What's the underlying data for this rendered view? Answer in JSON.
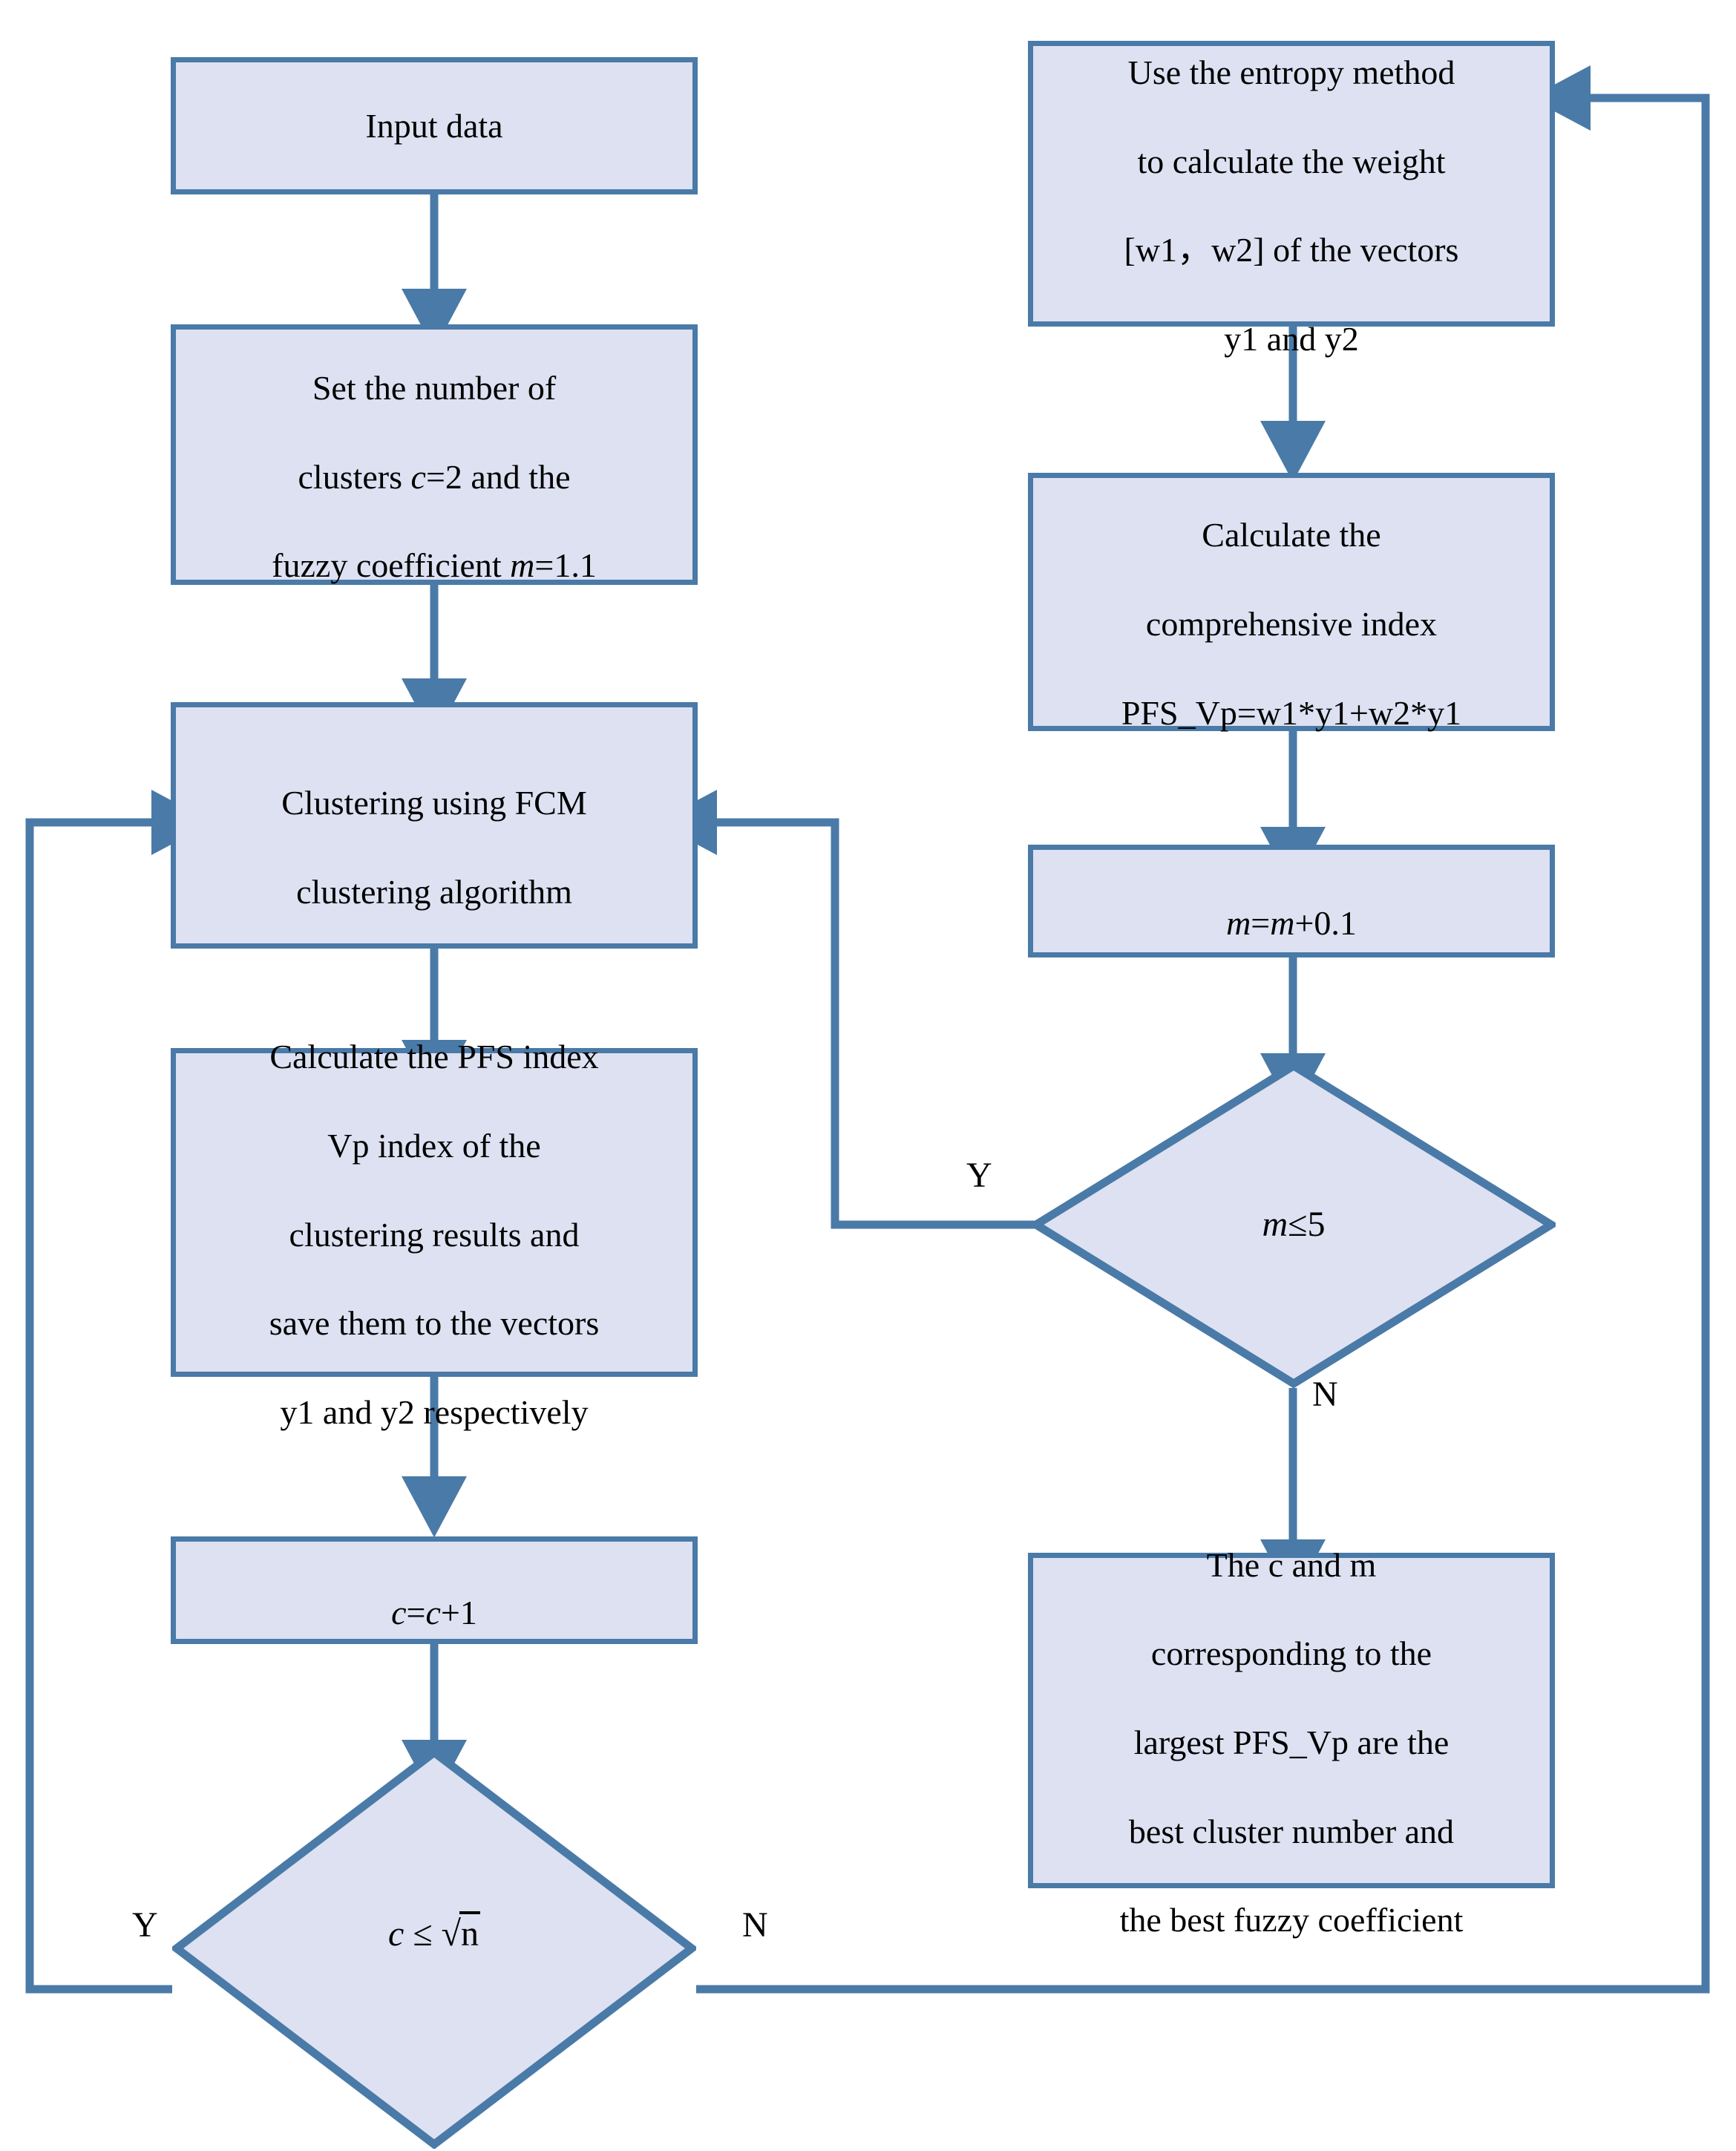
{
  "diagram": {
    "type": "flowchart",
    "title": "FCM clustering parameter optimization flowchart",
    "colors": {
      "node_fill": "#dde1f1",
      "node_border": "#4a7aa7",
      "connector": "#4a7aa7",
      "text": "#000000",
      "background": "#ffffff"
    },
    "nodes": [
      {
        "id": "input-data",
        "shape": "process",
        "text": "Input data"
      },
      {
        "id": "set-params",
        "shape": "process",
        "text": "Set the number of\nclusters c=2 and the\nfuzzy coefficient m=1.1"
      },
      {
        "id": "fcm-clustering",
        "shape": "process",
        "text": "Clustering using FCM\nclustering algorithm"
      },
      {
        "id": "calc-pfs-index",
        "shape": "process",
        "text": "Calculate the PFS index\nVp index of the\nclustering results and\nsave them to the vectors\ny1 and y2 respectively"
      },
      {
        "id": "increment-c",
        "shape": "process",
        "text": "c=c+1"
      },
      {
        "id": "decision-c",
        "shape": "decision",
        "text": "c ≤ √n"
      },
      {
        "id": "entropy-weight",
        "shape": "process",
        "text": "Use the entropy method\nto calculate the weight\n[w1，w2] of the vectors\ny1 and y2"
      },
      {
        "id": "comprehensive-index",
        "shape": "process",
        "text": "Calculate the\ncomprehensive index\nPFS_Vp=w1*y1+w2*y1"
      },
      {
        "id": "increment-m",
        "shape": "process",
        "text": "m=m+0.1"
      },
      {
        "id": "decision-m",
        "shape": "decision",
        "text": "m≤5"
      },
      {
        "id": "final-result",
        "shape": "process",
        "text": "The c and m\ncorresponding to the\nlargest PFS_Vp are the\nbest cluster number and\nthe best fuzzy coefficient"
      }
    ],
    "edge_labels": {
      "decision_c_yes": "Y",
      "decision_c_no": "N",
      "decision_m_yes": "Y",
      "decision_m_no": "N"
    },
    "edges": [
      {
        "from": "input-data",
        "to": "set-params",
        "label": ""
      },
      {
        "from": "set-params",
        "to": "fcm-clustering",
        "label": ""
      },
      {
        "from": "fcm-clustering",
        "to": "calc-pfs-index",
        "label": ""
      },
      {
        "from": "calc-pfs-index",
        "to": "increment-c",
        "label": ""
      },
      {
        "from": "increment-c",
        "to": "decision-c",
        "label": ""
      },
      {
        "from": "decision-c",
        "to": "fcm-clustering",
        "label": "Y"
      },
      {
        "from": "decision-c",
        "to": "entropy-weight",
        "label": "N"
      },
      {
        "from": "entropy-weight",
        "to": "comprehensive-index",
        "label": ""
      },
      {
        "from": "comprehensive-index",
        "to": "increment-m",
        "label": ""
      },
      {
        "from": "increment-m",
        "to": "decision-m",
        "label": ""
      },
      {
        "from": "decision-m",
        "to": "fcm-clustering",
        "label": "Y"
      },
      {
        "from": "decision-m",
        "to": "final-result",
        "label": "N"
      }
    ]
  },
  "text": {
    "input_data": "Input data",
    "set_params_l1": "Set the number of",
    "set_params_l2a": "clusters ",
    "set_params_l2b": "c",
    "set_params_l2c": "=2 and the",
    "set_params_l3a": "fuzzy coefficient ",
    "set_params_l3b": "m",
    "set_params_l3c": "=1.1",
    "fcm_l1": "Clustering using FCM",
    "fcm_l2": "clustering algorithm",
    "pfs_l1": "Calculate the PFS index",
    "pfs_l2": "Vp index of the",
    "pfs_l3": "clustering results and",
    "pfs_l4": "save them to the vectors",
    "pfs_l5": "y1 and y2 respectively",
    "inc_c_a": "c",
    "inc_c_b": "=",
    "inc_c_c": "c",
    "inc_c_d": "+1",
    "dec_c_var": "c",
    "dec_c_op": " ≤ ",
    "dec_c_rad": "n",
    "entropy_l1": "Use the entropy method",
    "entropy_l2": "to calculate the weight",
    "entropy_l3": "[w1，w2] of the vectors",
    "entropy_l4": "y1 and y2",
    "comp_l1": "Calculate the",
    "comp_l2": "comprehensive index",
    "comp_l3": "PFS_Vp=w1*y1+w2*y1",
    "inc_m_a": "m",
    "inc_m_b": "=",
    "inc_m_c": "m",
    "inc_m_d": "+0.1",
    "dec_m_var": "m",
    "dec_m_rest": "≤5",
    "final_l1": "The c and m",
    "final_l2": "corresponding to the",
    "final_l3": "largest PFS_Vp are the",
    "final_l4": "best cluster number and",
    "final_l5": "the best fuzzy coefficient",
    "label_y_c": "Y",
    "label_n_c": "N",
    "label_y_m": "Y",
    "label_n_m": "N"
  }
}
